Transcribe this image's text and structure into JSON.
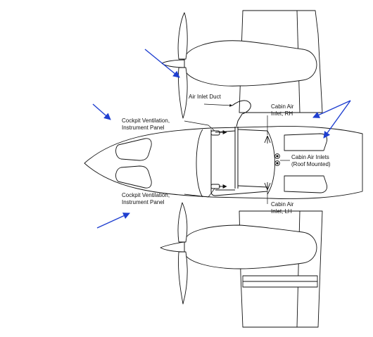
{
  "labels": {
    "air_inlet_duct": "Air Inlet Duct",
    "cockpit_vent_upper": [
      "Cockpit Ventilation,",
      "Instrument Panel"
    ],
    "cockpit_vent_lower": [
      "Cockpit Ventilation,",
      "Instrument Panel"
    ],
    "cabin_air_rh": [
      "Cabin Air",
      "Inlet, RH"
    ],
    "cabin_air_inlets": [
      "Cabin Air Inlets",
      "(Roof Mounted)"
    ],
    "cabin_air_lh": [
      "Cabin Air",
      "Inlet, LH"
    ]
  },
  "colors": {
    "line": "#111111",
    "airflow_arrow": "#1f3fd0"
  }
}
